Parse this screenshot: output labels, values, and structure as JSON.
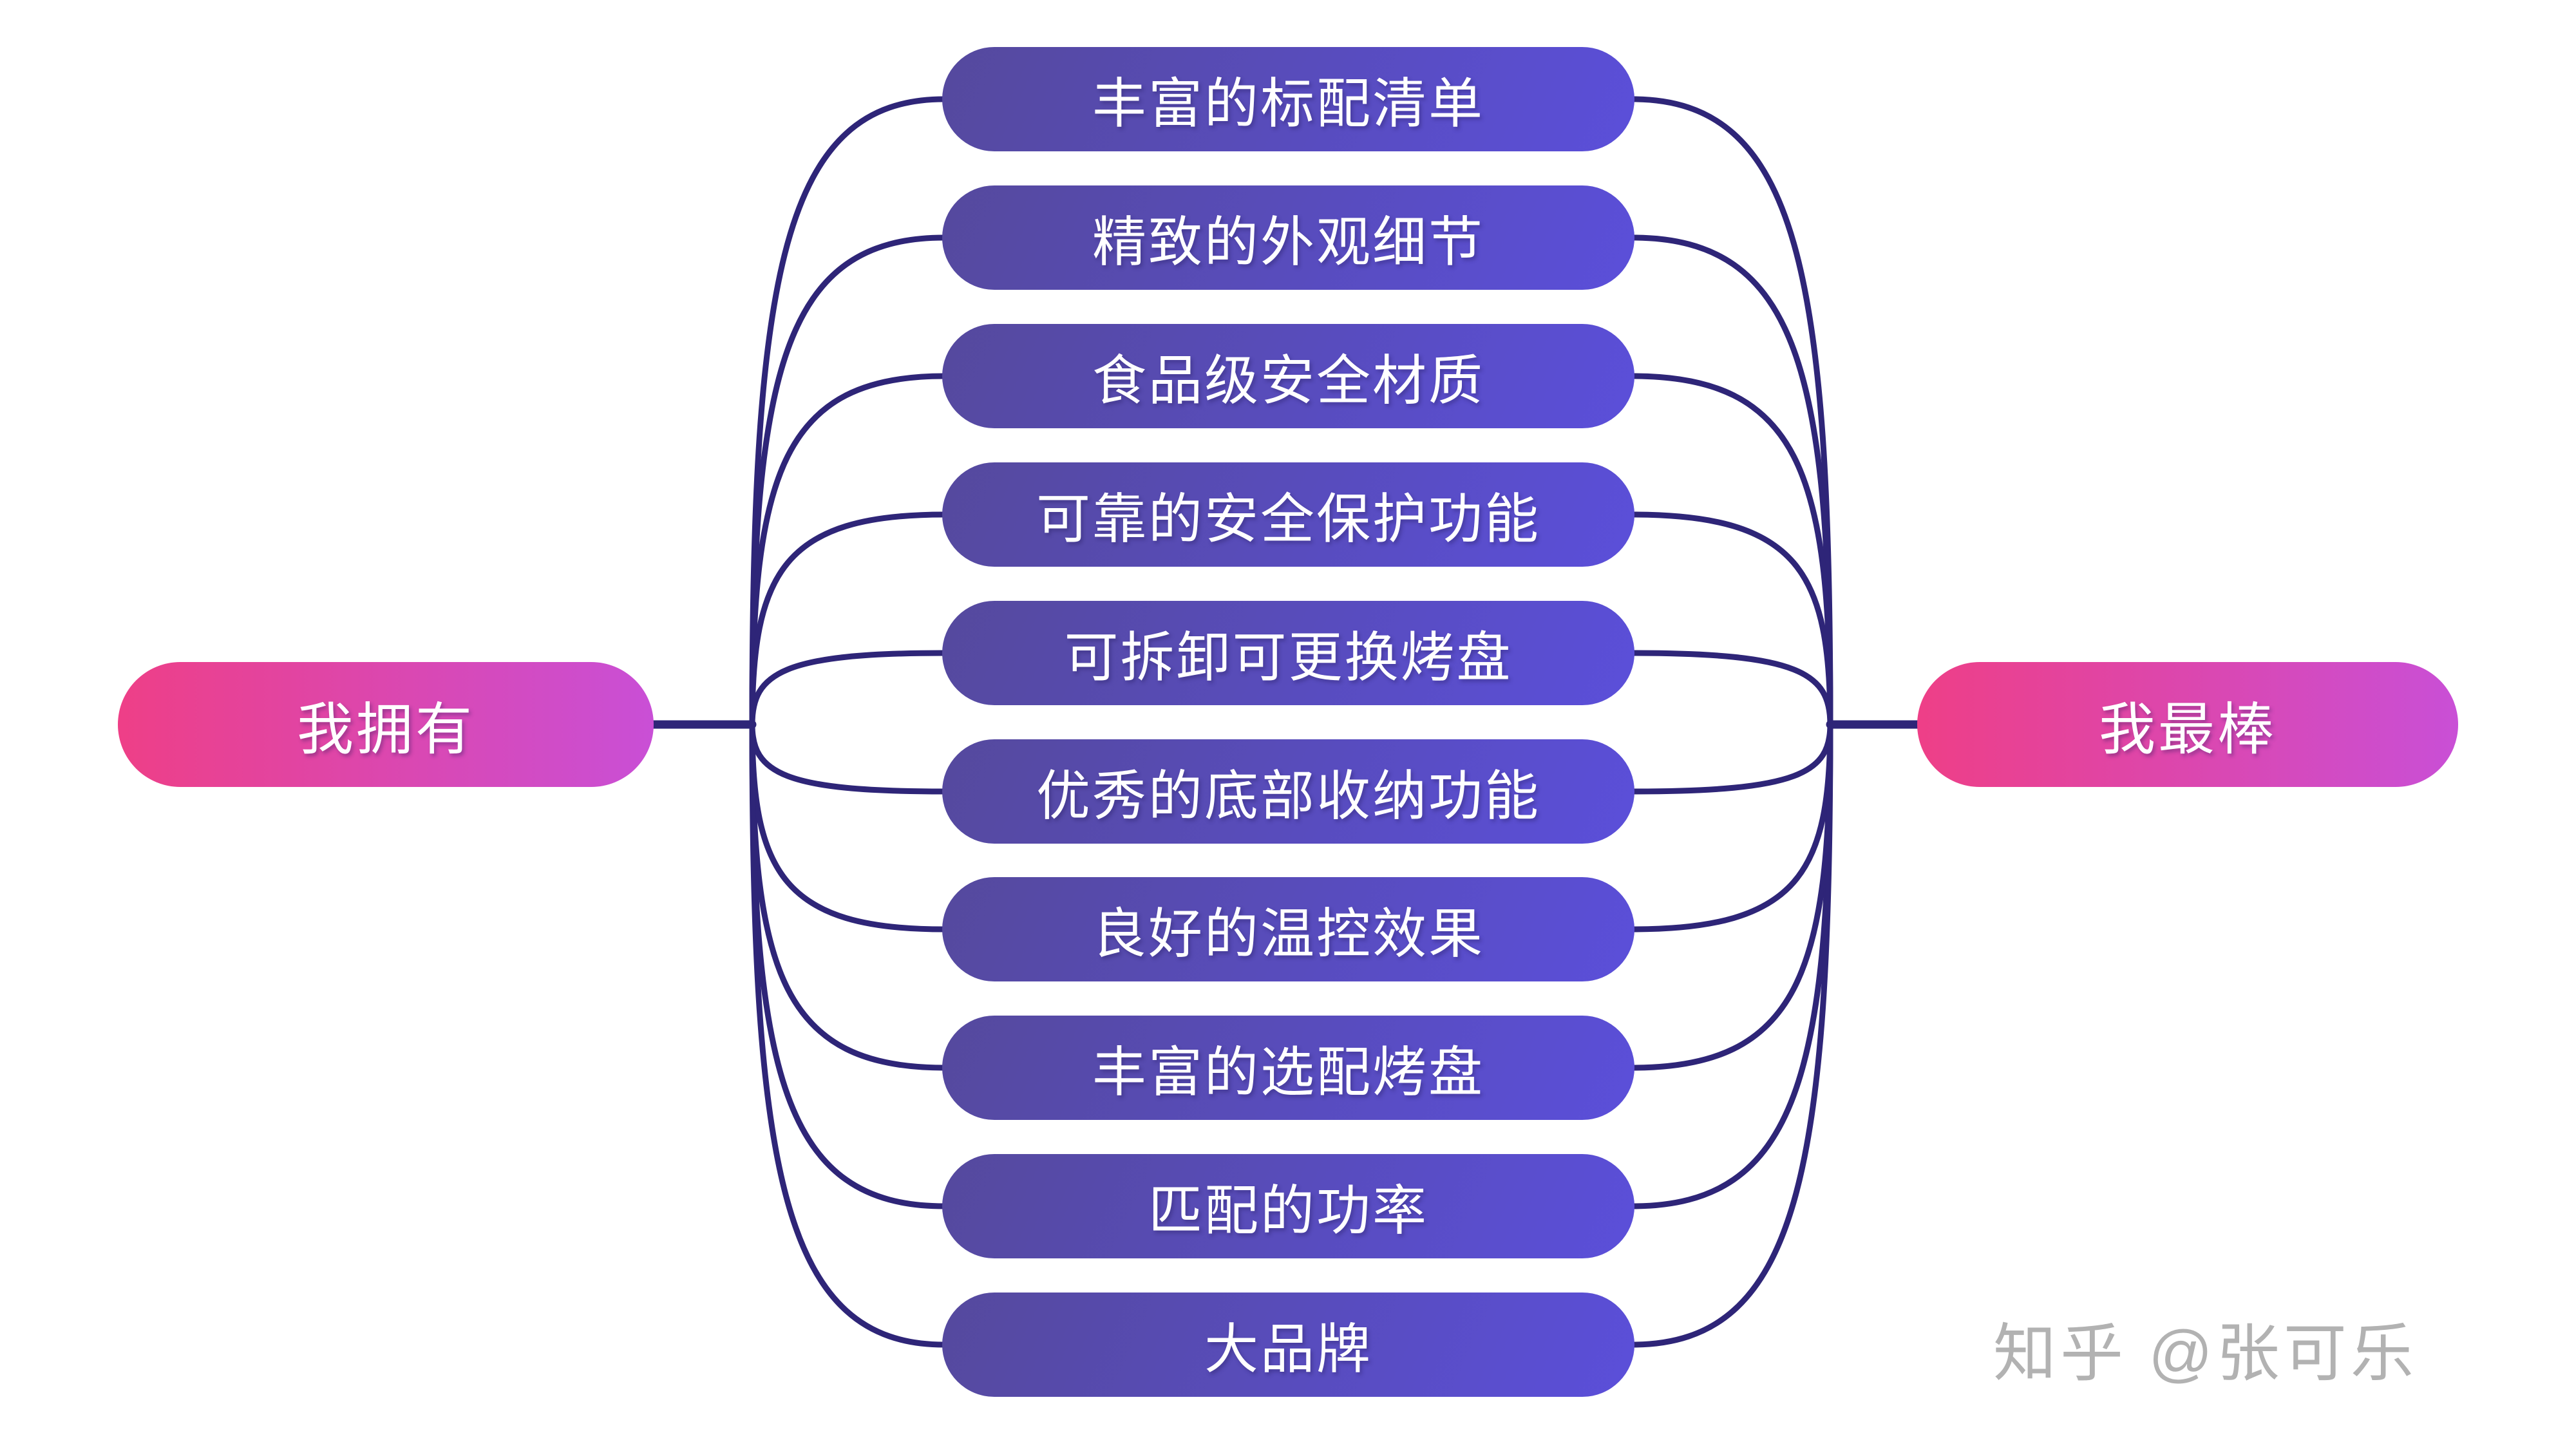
{
  "diagram": {
    "left_node": {
      "label": "我拥有"
    },
    "right_node": {
      "label": "我最棒"
    },
    "topics": [
      "丰富的标配清单",
      "精致的外观细节",
      "食品级安全材质",
      "可靠的安全保护功能",
      "可拆卸可更换烤盘",
      "优秀的底部收纳功能",
      "良好的温控效果",
      "丰富的选配烤盘",
      "匹配的功率",
      "大品牌"
    ],
    "colors": {
      "pink_start": "#EE3F87",
      "pink_end": "#C94FD6",
      "purple_start": "#55499D",
      "purple_end": "#5B4FDA",
      "line": "#2E2578"
    }
  },
  "watermark": {
    "text": "知乎 @张可乐",
    "color": "#B2B2B2"
  }
}
